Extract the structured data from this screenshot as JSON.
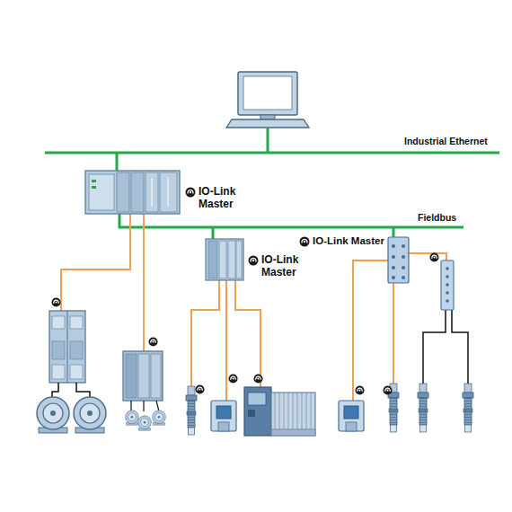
{
  "diagram": {
    "labels": [
      "Industrial Ethernet",
      "Fieldbus",
      "IO-Link Master",
      "IO-Link Master",
      "IO-Link Master"
    ]
  }
}
